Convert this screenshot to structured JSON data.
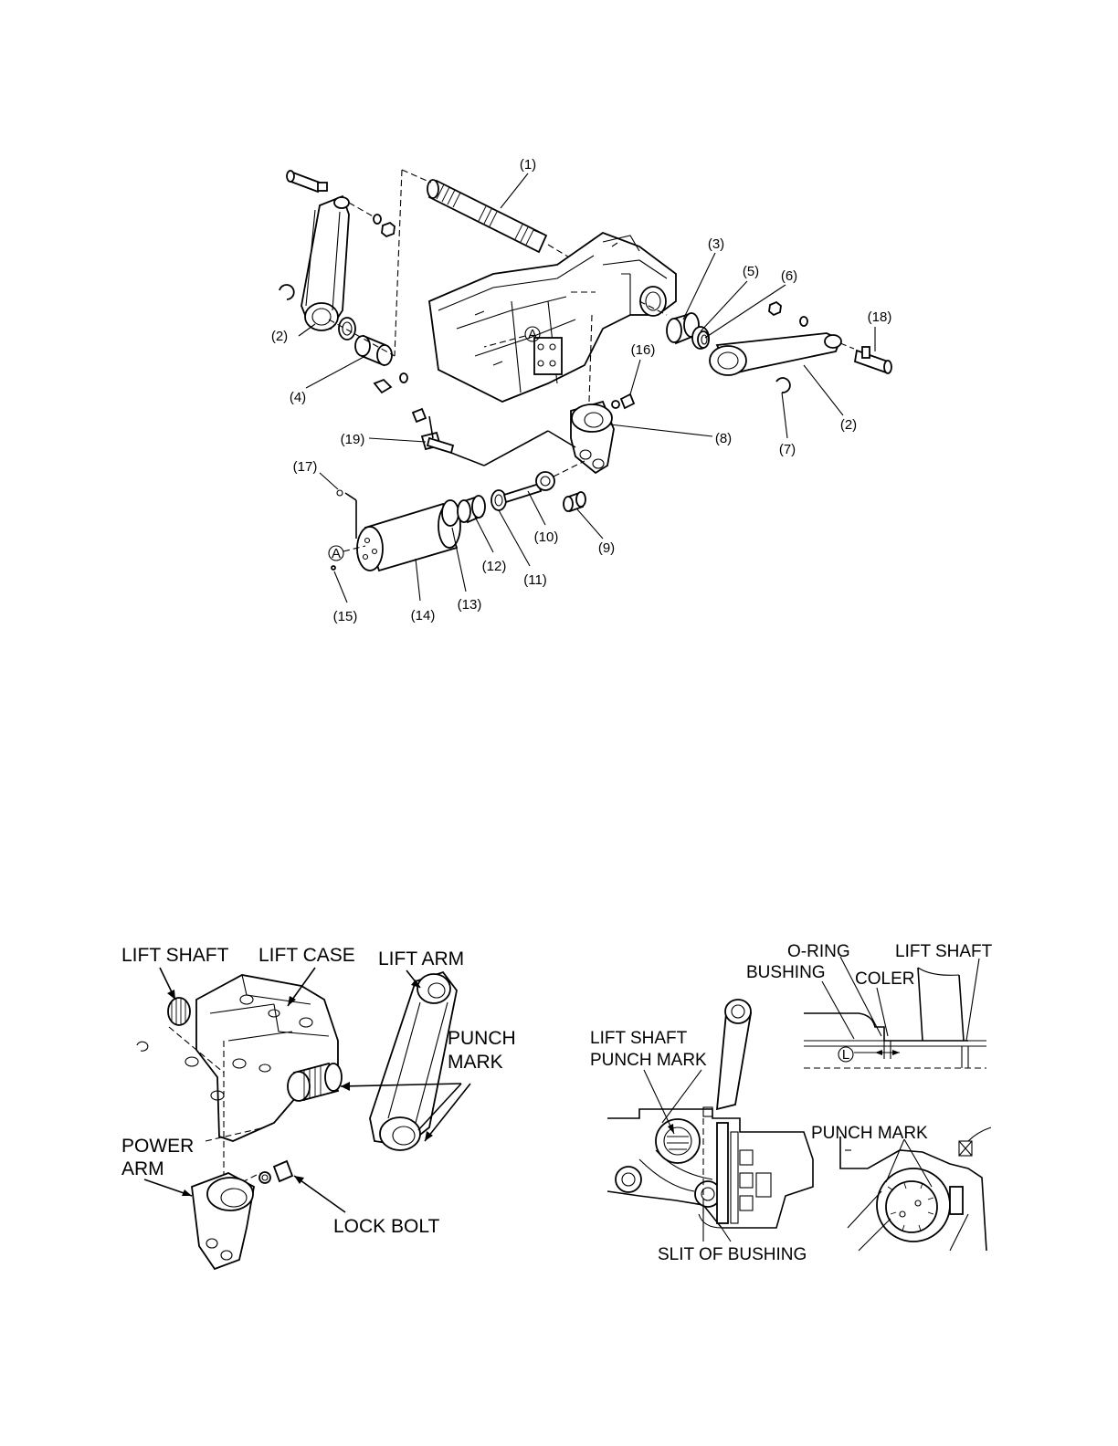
{
  "exploded_view": {
    "callouts": {
      "c1": "(1)",
      "c2a": "(2)",
      "c2b": "(2)",
      "c3": "(3)",
      "c4": "(4)",
      "c5": "(5)",
      "c6": "(6)",
      "c7": "(7)",
      "c8": "(8)",
      "c9": "(9)",
      "c10": "(10)",
      "c11": "(11)",
      "c12": "(12)",
      "c13": "(13)",
      "c14": "(14)",
      "c15": "(15)",
      "c16": "(16)",
      "c17": "(17)",
      "c18": "(18)",
      "c19": "(19)"
    },
    "ref_mark": "A"
  },
  "assembly_left": {
    "lift_shaft": "LIFT SHAFT",
    "lift_case": "LIFT CASE",
    "lift_arm": "LIFT ARM",
    "punch_mark_1": "PUNCH",
    "punch_mark_2": "MARK",
    "power_arm_1": "POWER",
    "power_arm_2": "ARM",
    "lock_bolt": "LOCK BOLT"
  },
  "assembly_right": {
    "o_ring": "O-RING",
    "lift_shaft": "LIFT SHAFT",
    "bushing": "BUSHING",
    "coler": "COLER",
    "dim_mark": "L",
    "lift_shaft_punch_1": "LIFT SHAFT",
    "lift_shaft_punch_2": "PUNCH MARK",
    "punch_mark": "PUNCH MARK",
    "slit_of_bushing": "SLIT OF BUSHING"
  }
}
